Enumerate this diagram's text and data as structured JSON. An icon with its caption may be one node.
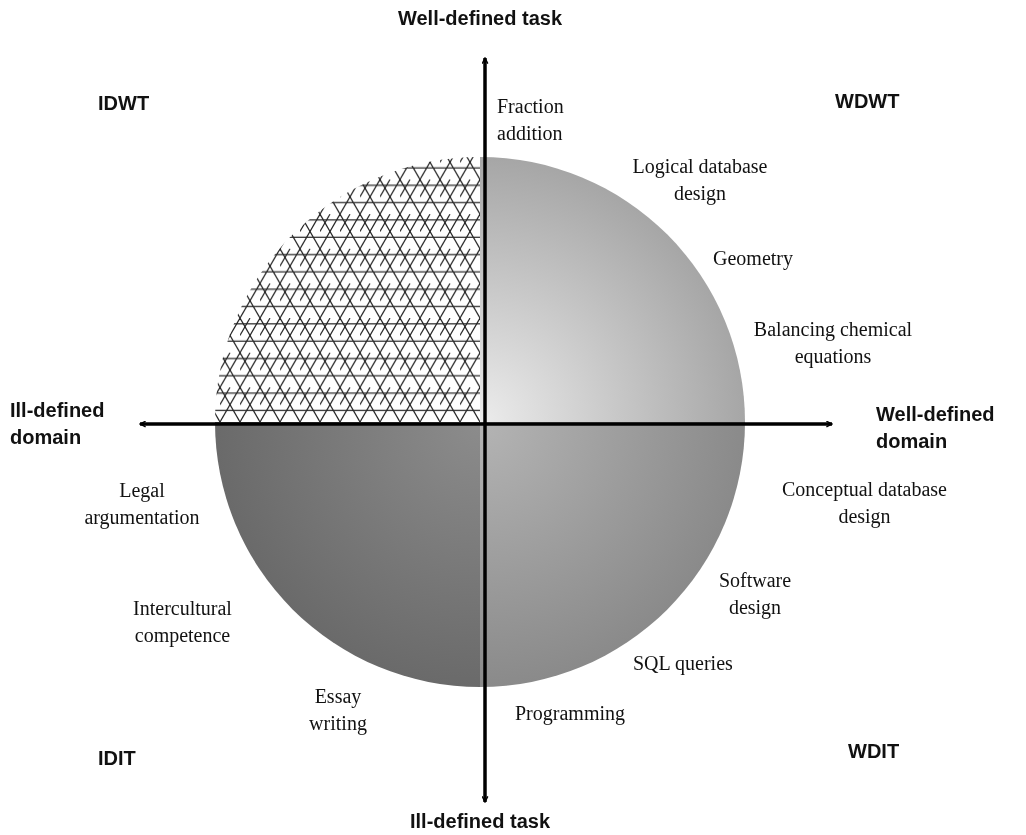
{
  "diagram": {
    "labels": [
      "Well-defined task",
      "IDWT",
      "WDWT",
      "Fraction addition",
      "Logical database design",
      "Geometry",
      "Balancing chemical equations",
      "Ill-defined domain",
      "Well-defined domain",
      "Legal argumentation",
      "Conceptual database design",
      "Intercultural competence",
      "Software design",
      "SQL queries",
      "Essay writing",
      "Programming",
      "IDIT",
      "WDIT",
      "Ill-defined task"
    ]
  }
}
